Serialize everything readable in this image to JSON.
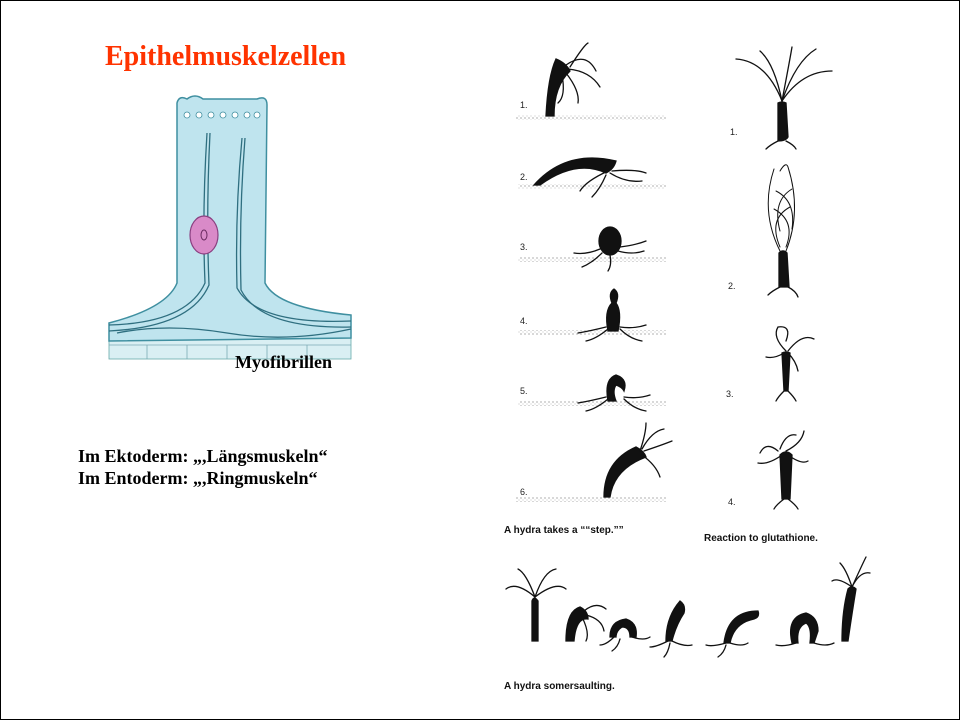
{
  "slide": {
    "title": "Epithelmuskelzellen",
    "myofibrillen_label": "Myofibrillen",
    "muscle_lines": [
      "Im Ektoderm: „,Längsmuskeln“",
      "Im Entoderm: „,Ringmuskeln“"
    ],
    "title_color": "#ff3300"
  },
  "hydra_figure": {
    "step_numbers": [
      "1.",
      "2.",
      "3.",
      "4.",
      "5.",
      "6."
    ],
    "step_caption": "A hydra takes a ““step.””",
    "reaction_numbers": [
      "1.",
      "2.",
      "3.",
      "4."
    ],
    "reaction_caption": "Reaction to glutathione.",
    "somersault_caption": "A hydra somersaulting."
  }
}
